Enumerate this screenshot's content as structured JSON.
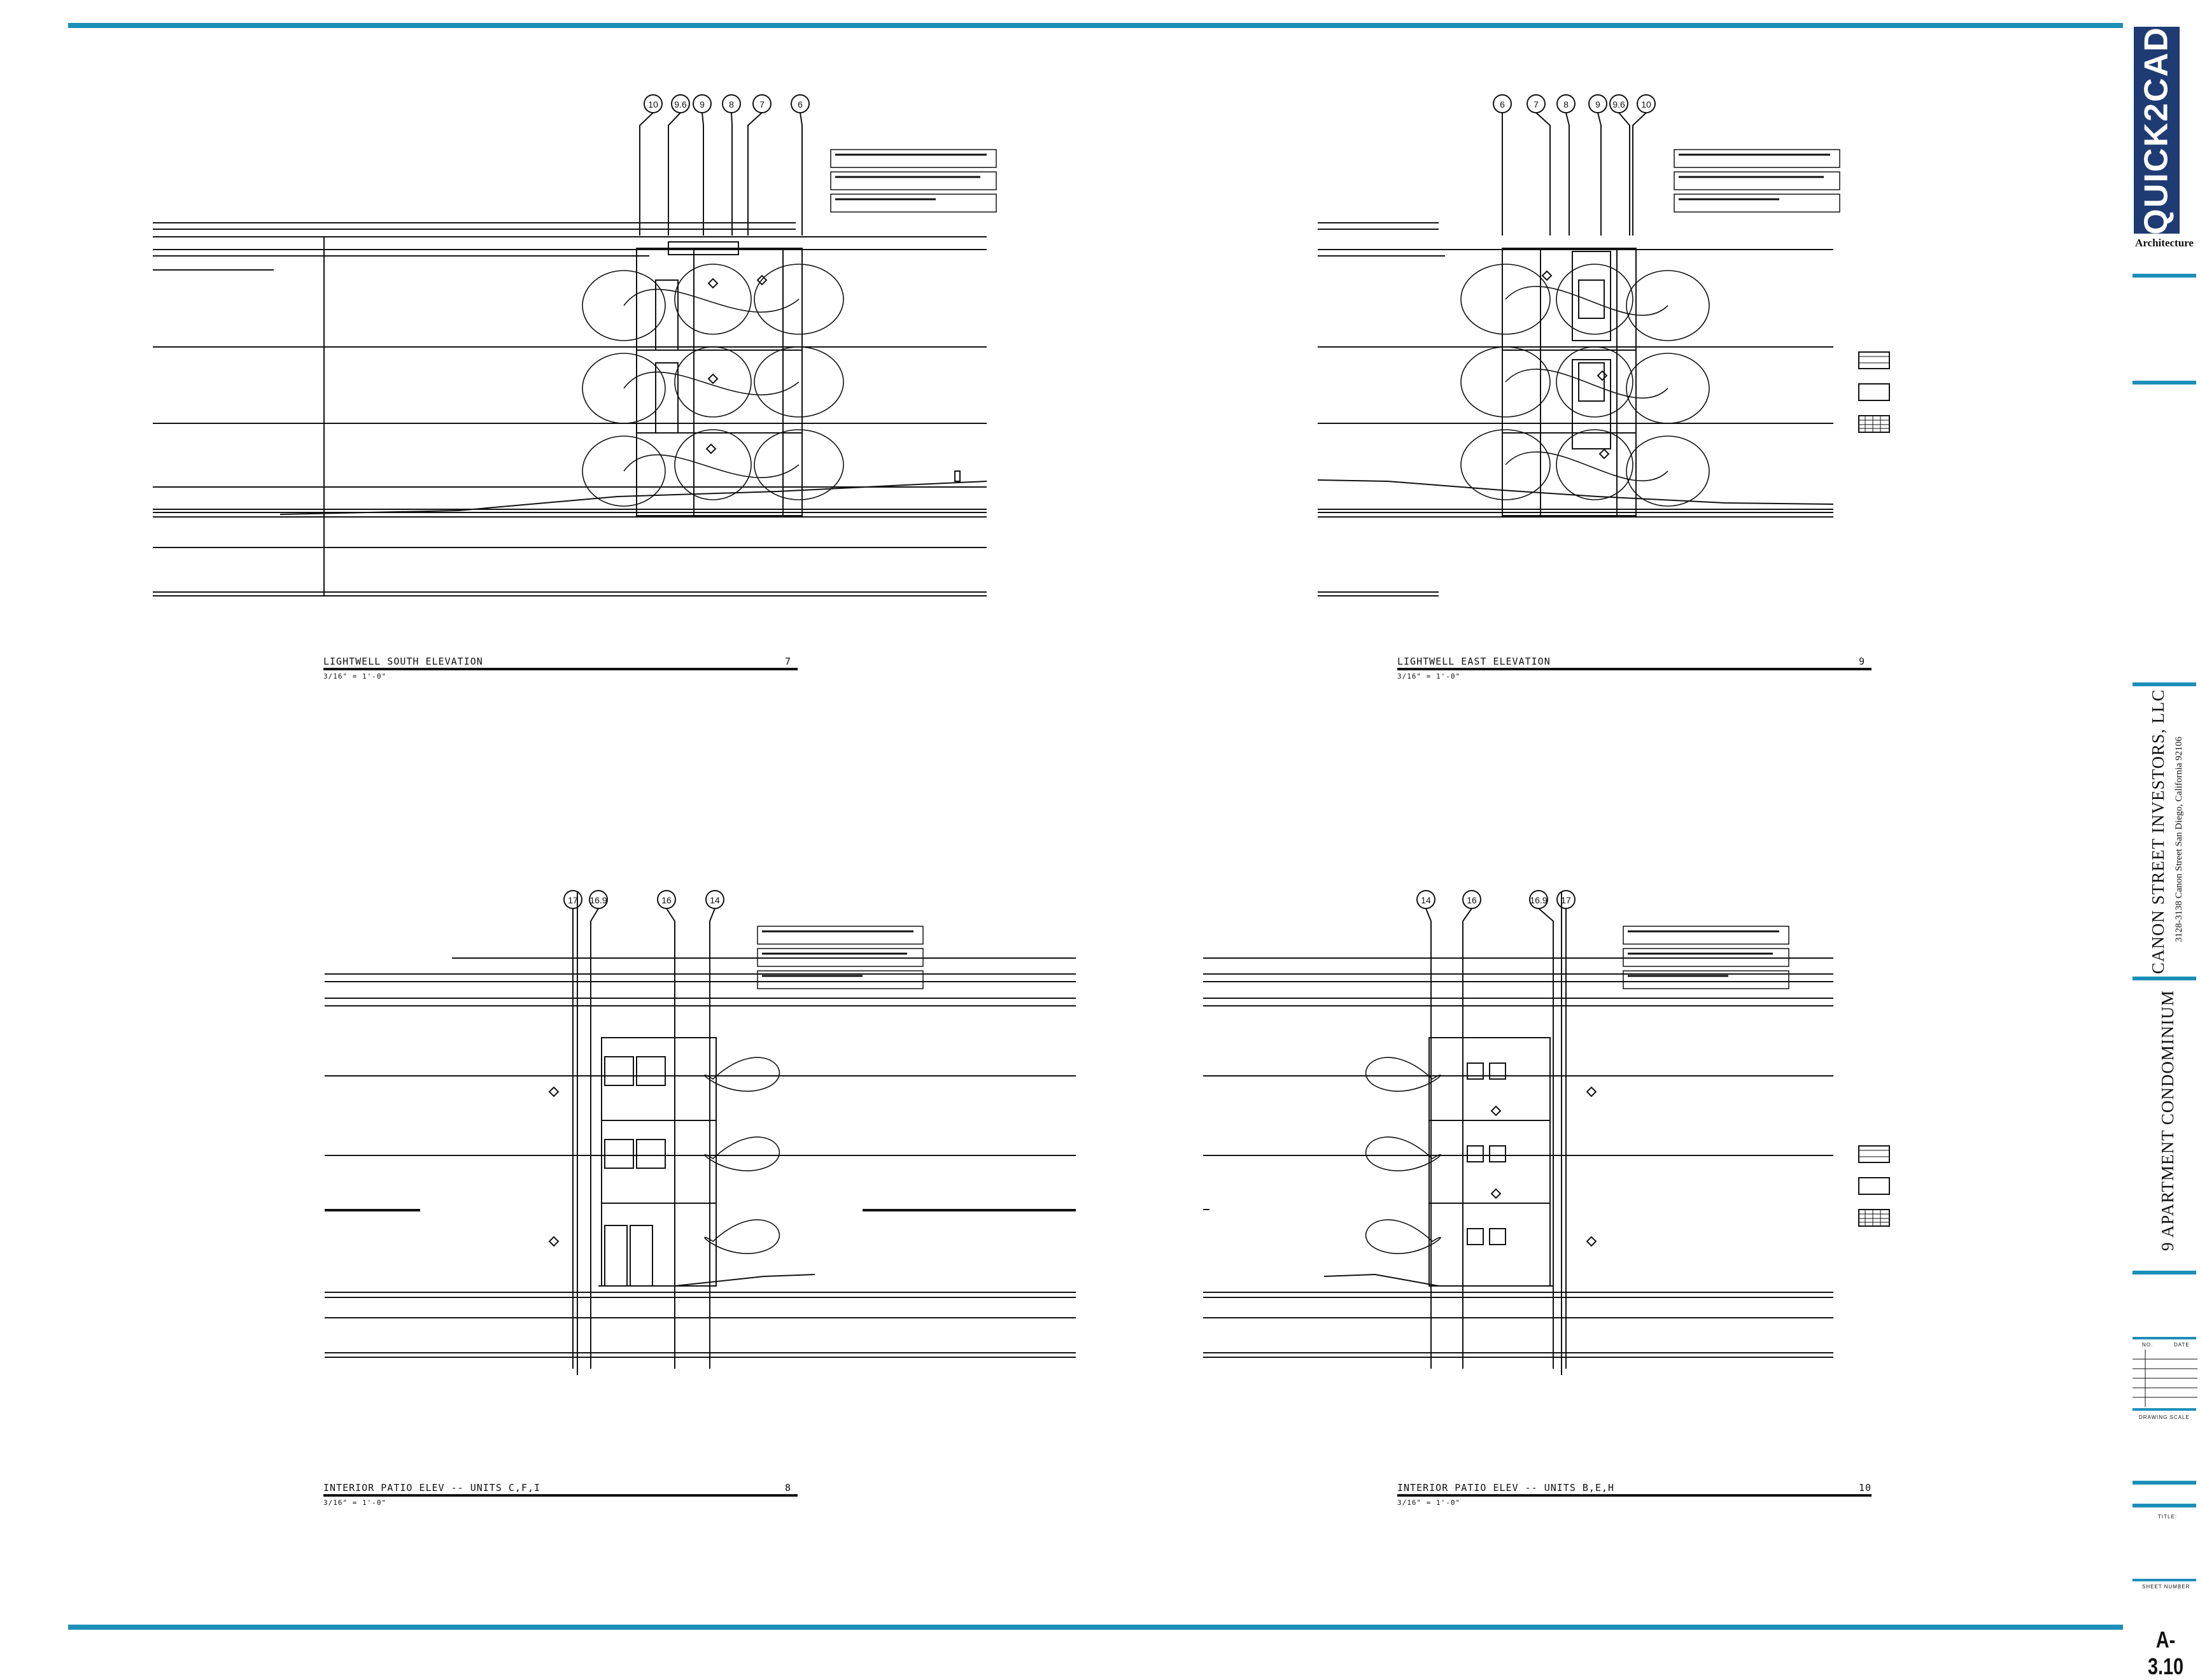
{
  "colors": {
    "accent": "#1b8fb8",
    "logo_bg": "#1f3b73",
    "line": "#111111"
  },
  "drawings": [
    {
      "id": "lightwell-south",
      "title": "LIGHTWELL SOUTH ELEVATION",
      "scale": "3/16\" = 1'-0\"",
      "number": "7",
      "grid_labels": [
        "10",
        "9.6",
        "9",
        "8",
        "7",
        "6"
      ]
    },
    {
      "id": "lightwell-east",
      "title": "LIGHTWELL EAST ELEVATION",
      "scale": "3/16\" = 1'-0\"",
      "number": "9",
      "grid_labels": [
        "6",
        "7",
        "8",
        "9",
        "9.6",
        "10"
      ]
    },
    {
      "id": "patio-cfi",
      "title": "INTERIOR PATIO ELEV -- UNITS C,F,I",
      "scale": "3/16\" = 1'-0\"",
      "number": "8",
      "grid_labels": [
        "17",
        "16.9",
        "16",
        "14"
      ]
    },
    {
      "id": "patio-beh",
      "title": "INTERIOR PATIO ELEV -- UNITS B,E,H",
      "scale": "3/16\" = 1'-0\"",
      "number": "10",
      "grid_labels": [
        "14",
        "16",
        "16.9",
        "17"
      ]
    }
  ],
  "title_block": {
    "logo": "QUICK2CAD",
    "firm": "Architecture",
    "client": "CANON STREET INVESTORS, LLC",
    "address": "3128-3138 Canon Street San Diego, California 92106",
    "project": "9 APARTMENT CONDOMINIUM",
    "revision_headers": [
      "NO.",
      "DATE"
    ],
    "drawing_scale_label": "DRAWING SCALE",
    "title_label": "TITLE:",
    "sheet_number_label": "SHEET NUMBER",
    "sheet_number": "A-3.10"
  }
}
